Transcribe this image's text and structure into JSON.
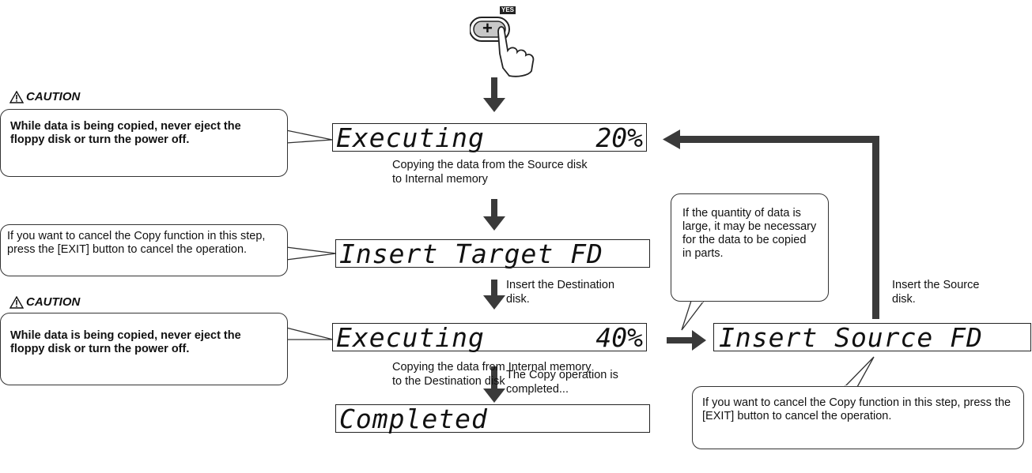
{
  "button": {
    "badge": "YES",
    "symbol": "+"
  },
  "caution1": {
    "title": "CAUTION",
    "text": "While data is being copied, never eject the floppy disk or turn the power off."
  },
  "caution2": {
    "title": "CAUTION",
    "text": "While data is being copied, never eject the floppy disk or turn the power off."
  },
  "cancel_note_left": "If you want to cancel the Copy function in this step, press the [EXIT] button to cancel the operation.",
  "cancel_note_right": "If you want to cancel the Copy function in this step, press the [EXIT]  button to cancel the operation.",
  "quantity_note": "If the quantity of data is large, it may be necessary for the data to be copied in parts.",
  "lcd": {
    "executing1": {
      "text": "Executing",
      "percent": "20%"
    },
    "insert_target": {
      "text": "Insert Target FD"
    },
    "executing2": {
      "text": "Executing",
      "percent": "40%"
    },
    "completed": {
      "text": "Completed"
    },
    "insert_source": {
      "text": "Insert Source FD"
    }
  },
  "captions": {
    "copy_to_internal": "Copying the data from the Source disk to Internal memory",
    "insert_destination": "Insert the Destination disk.",
    "copy_to_destination": "Copying the data from Internal memory to the Destination disk",
    "completed_note": "The Copy operation is completed...",
    "insert_source": "Insert the Source disk."
  },
  "colors": {
    "arrow": "#3a3a3a",
    "line": "#222222",
    "button_fill": "#c8c8c8"
  }
}
